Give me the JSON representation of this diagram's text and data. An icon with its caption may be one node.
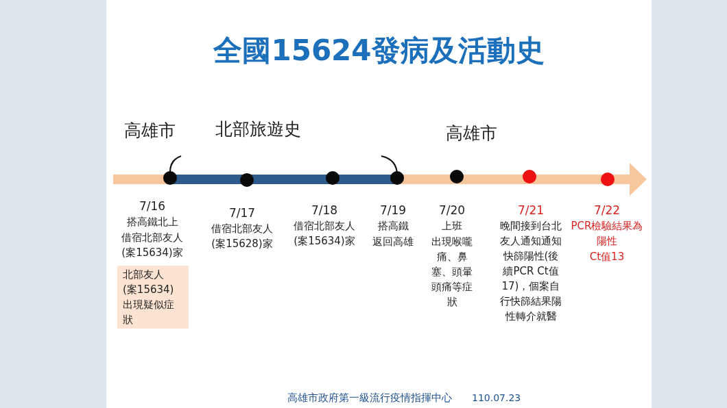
{
  "diagram": {
    "title": "全國15624發病及活動史",
    "nodes": [
      {
        "text": [],
        "shape": "circle",
        "beside": [
          "7/16",
          "搭高鐵北上",
          "借宿北部友人(案15634)家"
        ]
      },
      {
        "text": [
          "北部友人(案15634)出現疑似症狀"
        ]
      },
      {
        "text": [],
        "shape": "circle",
        "beside": [
          "7/17",
          "借宿北部友人(案15628)家"
        ]
      },
      {
        "text": [],
        "shape": "circle",
        "beside": [
          "7/18",
          "借宿北部友人(案15634)家"
        ]
      },
      {
        "text": [],
        "shape": "circle",
        "beside": [
          "7/19",
          "搭高鐵",
          "返回高雄"
        ]
      },
      {
        "text": [],
        "shape": "circle",
        "beside": [
          "7/20",
          "上班",
          "出現喉嚨痛、鼻塞、頭暈頭痛等症狀"
        ]
      },
      {
        "text": [],
        "shape": "circle",
        "beside": [
          "7/21",
          "晚間接到台北友人通知通知快篩陽性(後續PCR Ct值17)，個案自行快篩結果陽性轉介就醫"
        ]
      },
      {
        "text": [],
        "shape": "circle",
        "beside": [
          "7/22",
          "PCR檢驗結果為陽性",
          "Ct值13"
        ]
      }
    ],
    "labels": [
      "高雄市",
      "北部旅遊史",
      "高雄市",
      "高雄市政府第一級流行疫情指揮中心",
      "110.07.23"
    ]
  }
}
